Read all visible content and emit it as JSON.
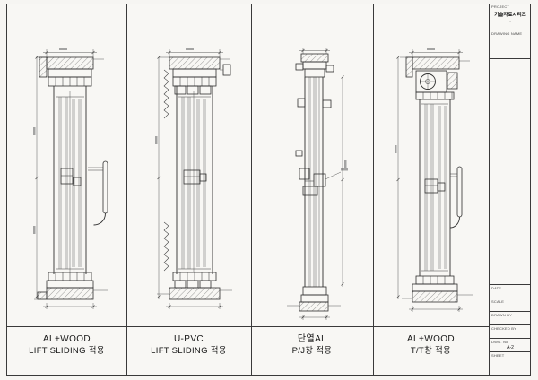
{
  "sheet": {
    "paper_color": "#f6f5f2",
    "line_color": "#3a3a3a"
  },
  "panels": [
    {
      "label_line1": "AL+WOOD",
      "label_line2": "LIFT SLIDING 적용"
    },
    {
      "label_line1": "U-PVC",
      "label_line2": "LIFT SLIDING 적용"
    },
    {
      "label_line1": "단열AL",
      "label_line2": "P/J창 적용"
    },
    {
      "label_line1": "AL+WOOD",
      "label_line2": "T/T창 적용"
    }
  ],
  "titleblock": {
    "project_label": "PROJECT",
    "project_value": "기술자료시리즈",
    "sub_value": "-",
    "drawing_name_label": "DRAWING NAME",
    "rows": [
      {
        "label": "DATE",
        "value": ""
      },
      {
        "label": "SCALE",
        "value": ""
      },
      {
        "label": "DRAWN BY",
        "value": ""
      },
      {
        "label": "CHECKED BY",
        "value": ""
      },
      {
        "label": "DWG. No",
        "value": "A-2"
      },
      {
        "label": "SHEET",
        "value": ""
      }
    ]
  }
}
